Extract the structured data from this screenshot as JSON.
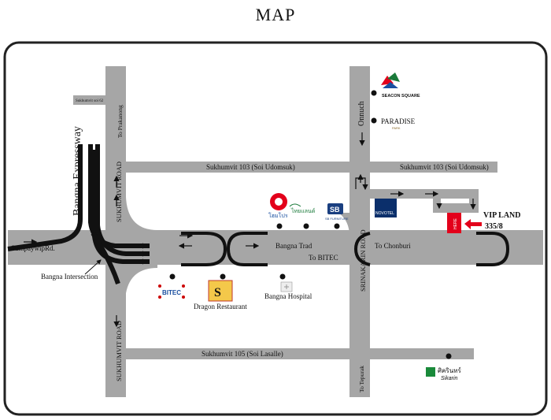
{
  "title": "MAP",
  "colors": {
    "road": "#a6a6a6",
    "frame": "#222222",
    "accent_red": "#e3001b"
  },
  "roads": {
    "sukhumvit_103_left": "Sukhumvit 103 (Soi Udomsuk)",
    "sukhumvit_103_right": "Sukhumvit 103 (Soi Udomsuk)",
    "sukhumvit_105": "Sukhumvit 105 (Soi Lasalle)",
    "sukhumvit_road_upper": "SUKHUMVIT ROAD",
    "sukhumvit_road_lower": "SUKHUMVIT ROAD",
    "srinakarin_road": "SRINAKARIN ROAD",
    "to_prakanong": "To Prakanong",
    "to_tepurak": "To Tepurak",
    "onnuch": "Onnuch",
    "bangna_expressway": "Bangna Expressway",
    "bangna_intersection": "Bangna Intersection",
    "sumpaywip_rd": "SumpaywipRd.",
    "bangna_trad": "Bangna Trad",
    "to_chonburi": "To Chonburi",
    "to_bitec": "To BITEC",
    "sukhumvit_soi_62": "Sukhumvit soi 62"
  },
  "places": {
    "dragon_restaurant": "Dragon Restaurant",
    "bangna_hospital": "Bangna Hospital",
    "bitec_logo": "BITEC",
    "seacon_square_logo": "SEACON SQUARE",
    "paradise_park_logo": "PARADISE",
    "paradise_park_sub": "PARK",
    "novotel_logo": "NOVOTEL",
    "sb_furniture_logo": "SB FURNITURE",
    "sikarin_logo_th": "ศิครินทร์",
    "sikarin_logo_en": "Sikarin",
    "homepro_logo": "โฮมโปร",
    "thai_logo": "ไทยแลนด์"
  },
  "vip": {
    "here_marker": "HERE",
    "name": "VIP LAND",
    "address": "335/8"
  }
}
